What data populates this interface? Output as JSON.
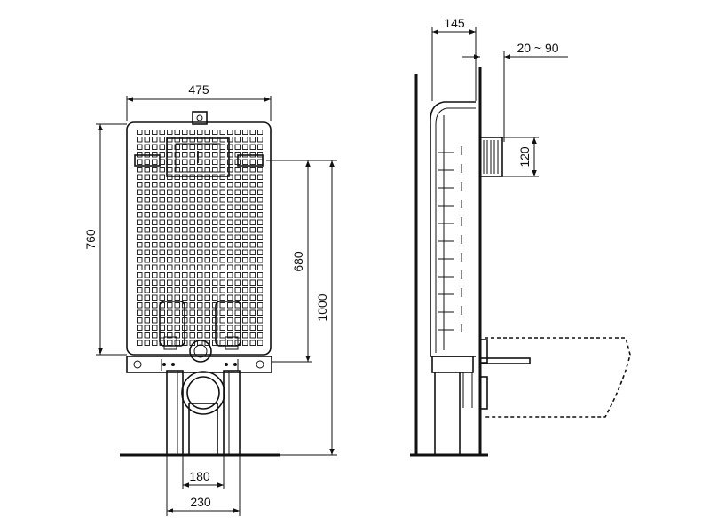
{
  "front_view": {
    "dim_width": "475",
    "dim_frame_height": "760",
    "dim_inner_height": "680",
    "dim_total_height": "1000",
    "dim_pipe_inner": "180",
    "dim_pipe_outer": "230"
  },
  "side_view": {
    "dim_depth": "145",
    "dim_adjust": "20 ~ 90",
    "dim_outlet": "120"
  },
  "colors": {
    "line": "#111111",
    "background": "#ffffff"
  }
}
